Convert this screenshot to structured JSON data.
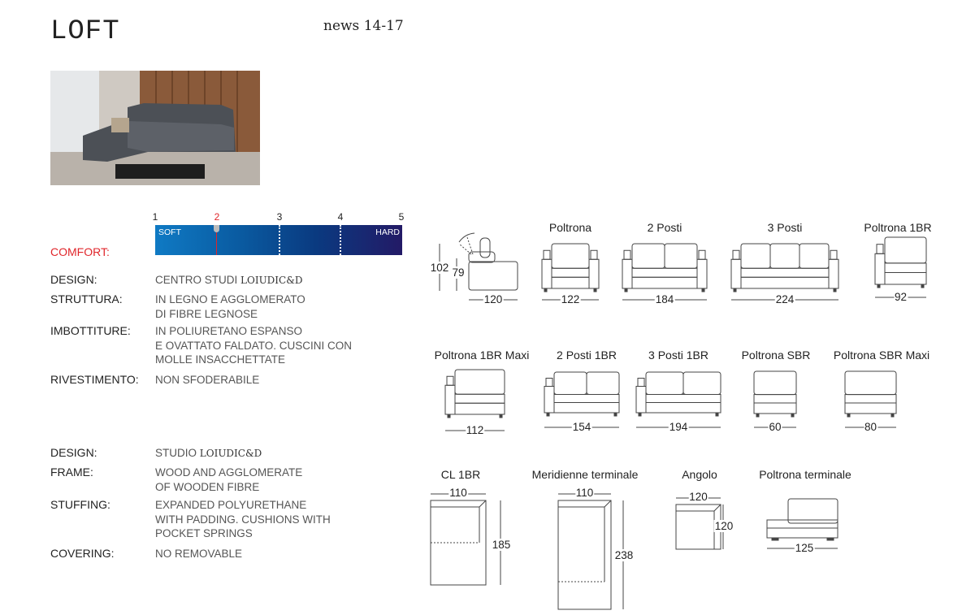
{
  "header": {
    "title": "LOFT",
    "news": "news 14-17"
  },
  "comfort": {
    "label": "COMFORT:",
    "scale": [
      "1",
      "2",
      "3",
      "4",
      "5"
    ],
    "selected": 2,
    "soft": "SOFT",
    "hard": "HARD",
    "selected_color": "#e0262b"
  },
  "italian": [
    {
      "label": "DESIGN:",
      "lines": [
        "CENTRO STUDI "
      ],
      "brand": "LOIUDIC&D"
    },
    {
      "label": "STRUTTURA:",
      "lines": [
        "IN LEGNO E AGGLOMERATO",
        "DI FIBRE LEGNOSE"
      ]
    },
    {
      "label": "IMBOTTITURE:",
      "lines": [
        "IN POLIURETANO ESPANSO",
        "E OVATTATO FALDATO. CUSCINI CON",
        "MOLLE INSACCHETTATE"
      ]
    },
    {
      "label": "RIVESTIMENTO:",
      "lines": [
        "NON SFODERABILE"
      ]
    }
  ],
  "english": [
    {
      "label": "DESIGN:",
      "lines": [
        "STUDIO "
      ],
      "brand": "LOIUDIC&D"
    },
    {
      "label": "FRAME:",
      "lines": [
        "WOOD AND AGGLOMERATE",
        "OF WOODEN FIBRE"
      ]
    },
    {
      "label": "STUFFING:",
      "lines": [
        "EXPANDED POLYURETHANE",
        "WITH PADDING. CUSHIONS WITH",
        "POCKET SPRINGS"
      ]
    },
    {
      "label": "COVERING:",
      "lines": [
        "NO REMOVABLE"
      ]
    }
  ],
  "side_view": {
    "height": "102",
    "seat_height": "79",
    "depth": "120"
  },
  "models": [
    {
      "name": "Poltrona",
      "dim": "122"
    },
    {
      "name": "2 Posti",
      "dim": "184"
    },
    {
      "name": "3 Posti",
      "dim": "224"
    },
    {
      "name": "Poltrona 1BR",
      "dim": "92"
    },
    {
      "name": "Poltrona 1BR Maxi",
      "dim": "112"
    },
    {
      "name": "2 Posti 1BR",
      "dim": "154"
    },
    {
      "name": "3 Posti 1BR",
      "dim": "194"
    },
    {
      "name": "Poltrona SBR",
      "dim": "60"
    },
    {
      "name": "Poltrona SBR Maxi",
      "dim": "80"
    },
    {
      "name": "CL  1BR",
      "dim": "110",
      "dim2": "185"
    },
    {
      "name": "Meridienne terminale",
      "dim": "110",
      "dim2": "238"
    },
    {
      "name": "Angolo",
      "dim": "120",
      "dim2": "120"
    },
    {
      "name": "Poltrona terminale",
      "dim": "125"
    }
  ]
}
